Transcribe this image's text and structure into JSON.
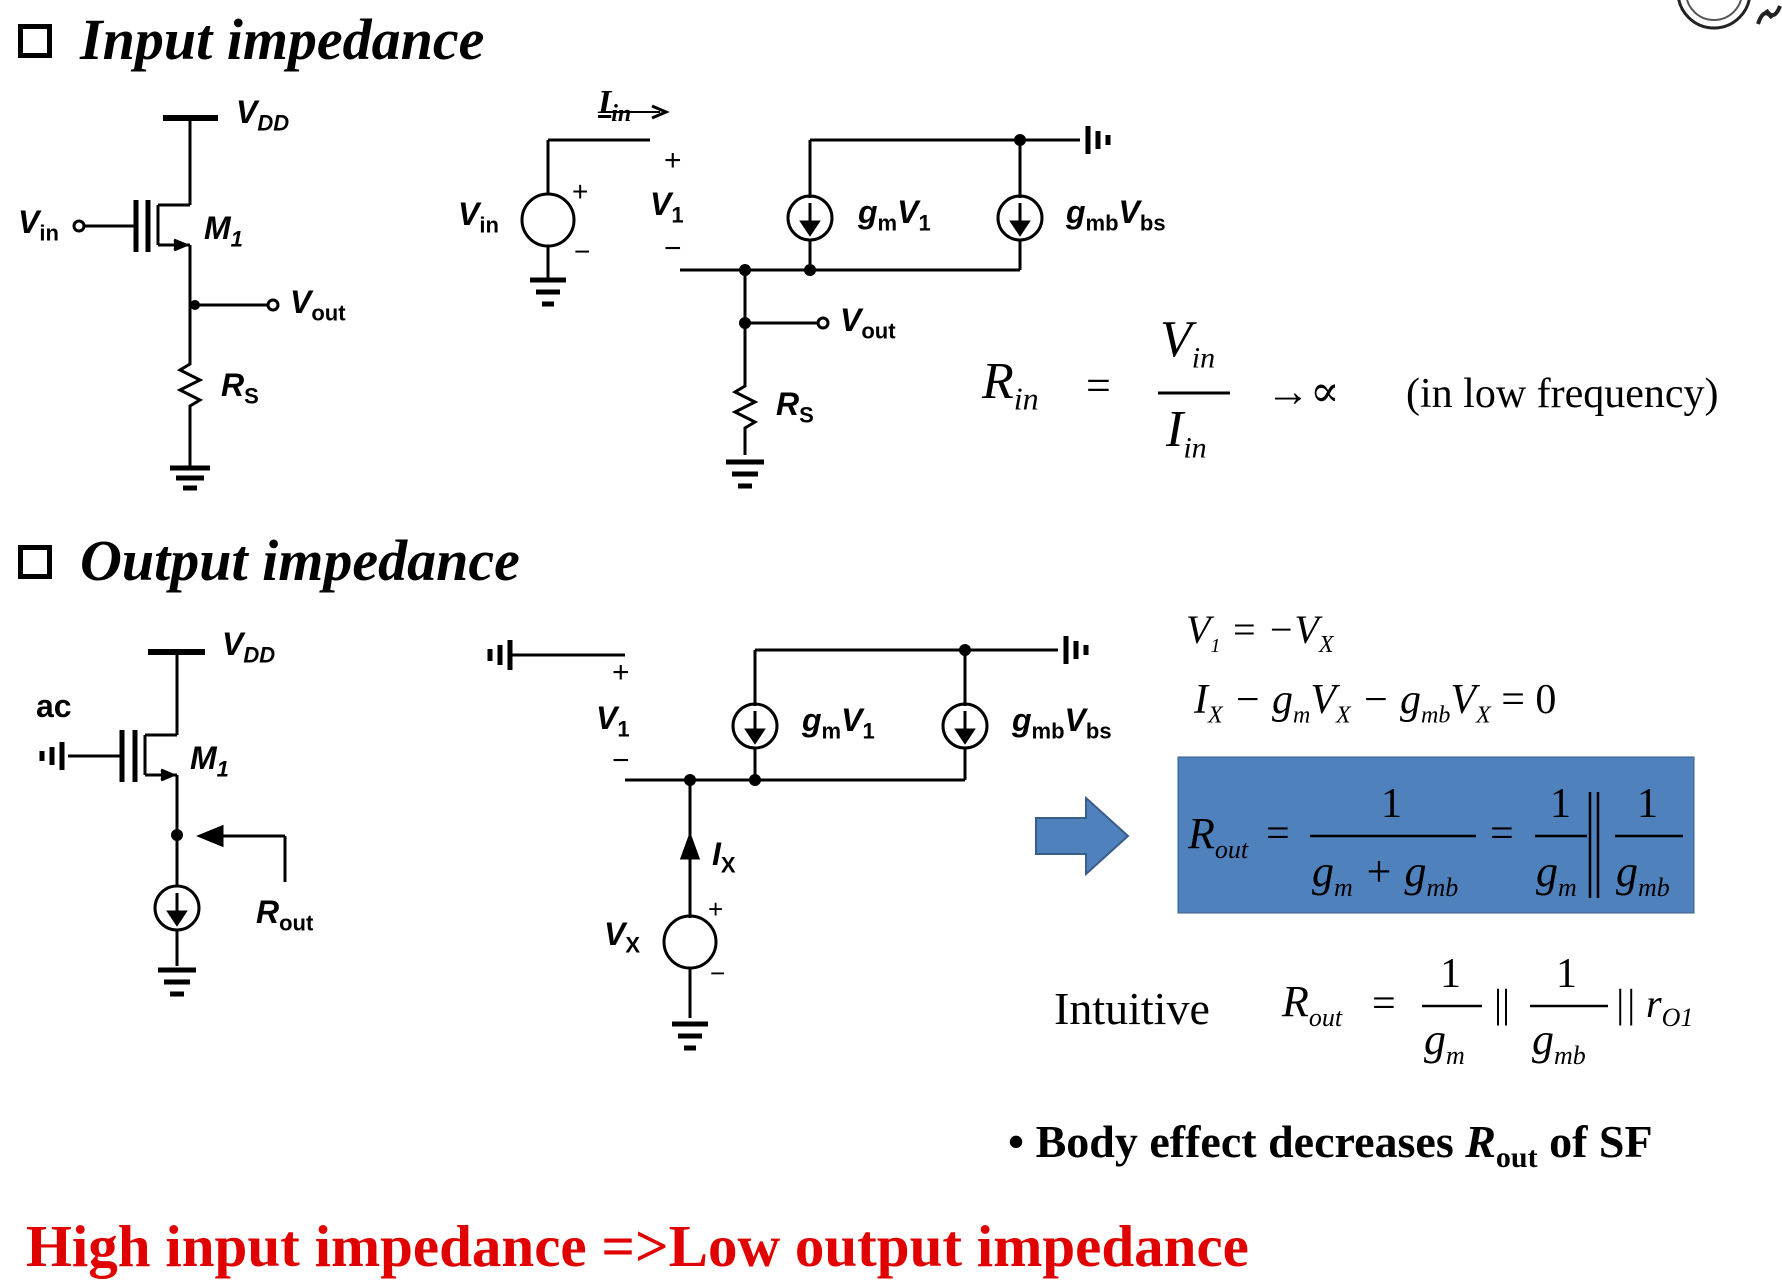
{
  "headings": {
    "input": "Input impedance",
    "output": "Output impedance"
  },
  "input_section": {
    "circuit_a": {
      "vdd": "V",
      "vdd_sub": "DD",
      "vin": "V",
      "vin_sub": "in",
      "transistor": "M",
      "transistor_sub": "1",
      "vout": "V",
      "vout_sub": "out",
      "resistor": "R",
      "resistor_sub": "S"
    },
    "small_signal": {
      "iin": "I",
      "iin_sub": "in",
      "vin": "V",
      "vin_sub": "in",
      "v1": "V",
      "v1_sub": "1",
      "plus": "+",
      "minus": "−",
      "gm_source": "g",
      "gm_sub": "m",
      "gm_v": "V",
      "gm_v_sub": "1",
      "gmb_source": "g",
      "gmb_sub": "mb",
      "gmb_v": "V",
      "gmb_v_sub": "bs",
      "vout": "V",
      "vout_sub": "out",
      "resistor": "R",
      "resistor_sub": "S"
    },
    "formula": {
      "lhs": "R",
      "lhs_sub": "in",
      "eq": "=",
      "num": "V",
      "num_sub": "in",
      "den": "I",
      "den_sub": "in",
      "arrow": "→∝",
      "note": "(in low frequency)"
    }
  },
  "output_section": {
    "circuit_a": {
      "vdd": "V",
      "vdd_sub": "DD",
      "ac": "ac",
      "transistor": "M",
      "transistor_sub": "1",
      "rout": "R",
      "rout_sub": "out"
    },
    "small_signal": {
      "v1": "V",
      "v1_sub": "1",
      "plus": "+",
      "minus": "−",
      "gm_source": "g",
      "gm_sub": "m",
      "gm_v": "V",
      "gm_v_sub": "1",
      "gmb_source": "g",
      "gmb_sub": "mb",
      "gmb_v": "V",
      "gmb_v_sub": "bs",
      "ix": "I",
      "ix_sub": "X",
      "vx": "V",
      "vx_sub": "X"
    },
    "equations": {
      "eq1_a": "V",
      "eq1_a_sub": "1",
      "eq1_b": "= −V",
      "eq1_b_sub": "X",
      "eq2_i": "I",
      "eq2_i_sub": "X",
      "eq2_gm": "− g",
      "eq2_gm_sub": "m",
      "eq2_v": "V",
      "eq2_v_sub": "X",
      "eq2_gmb": "− g",
      "eq2_gmb_sub": "mb",
      "eq2_v2": "V",
      "eq2_v2_sub": "X",
      "eq2_end": "= 0"
    },
    "boxed": {
      "lhs": "R",
      "lhs_sub": "out",
      "eq": "=",
      "one": "1",
      "den1_a": "g",
      "den1_a_sub": "m",
      "den1_plus": "+ g",
      "den1_b_sub": "mb",
      "eq2": "=",
      "den2": "g",
      "den2_sub": "m",
      "den3": "g",
      "den3_sub": "mb"
    },
    "intuitive": {
      "label": "Intuitive",
      "lhs": "R",
      "lhs_sub": "out",
      "eq": "=",
      "one": "1",
      "den1": "g",
      "den1_sub": "m",
      "par": "||",
      "den2": "g",
      "den2_sub": "mb",
      "par2": "|| r",
      "ro_sub": "O1"
    },
    "bullet": {
      "dot": "•",
      "text_a": "Body effect decreases ",
      "r": "R",
      "r_sub": "out",
      "text_b": " of SF"
    }
  },
  "conclusion": "High input impedance  =>Low output impedance",
  "colors": {
    "box": "#4f81bd",
    "arrow": "#4f81bd",
    "conclusion": "#e00000"
  }
}
